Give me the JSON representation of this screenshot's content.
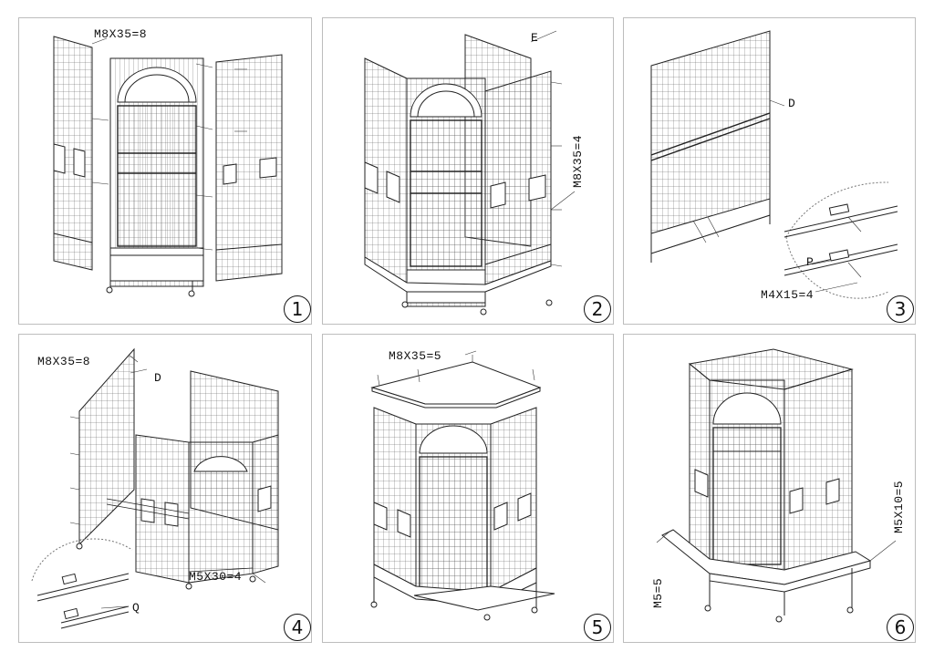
{
  "panels": [
    {
      "step": "1",
      "labels": [
        "M8X35=8"
      ]
    },
    {
      "step": "2",
      "labels": [
        "E",
        "M8X35=4"
      ]
    },
    {
      "step": "3",
      "labels": [
        "D",
        "P",
        "M4X15=4"
      ]
    },
    {
      "step": "4",
      "labels": [
        "M8X35=8",
        "D",
        "Q",
        "M5X30=4"
      ]
    },
    {
      "step": "5",
      "labels": [
        "M8X35=5"
      ]
    },
    {
      "step": "6",
      "labels": [
        "M5X10=5",
        "M5=5"
      ]
    }
  ]
}
